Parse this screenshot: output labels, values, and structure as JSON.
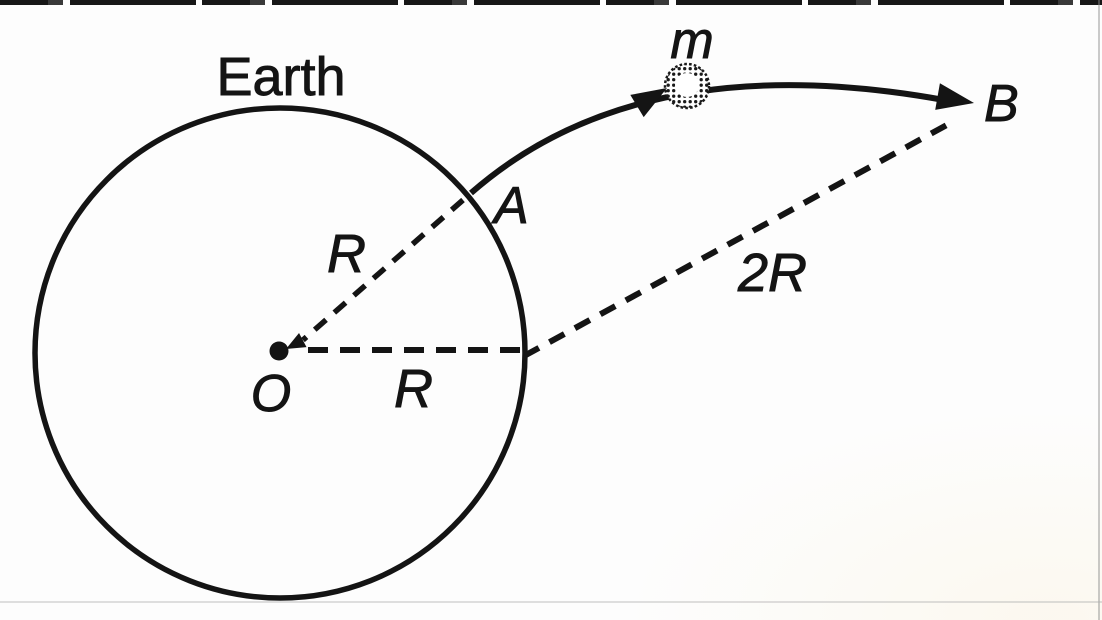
{
  "figure": {
    "labels": {
      "earth": "Earth",
      "mass": "m",
      "point_a": "A",
      "point_b": "B",
      "center": "O",
      "radius_to_a": "R",
      "radius_horizontal": "R",
      "distance_to_b": "2R"
    },
    "colors": {
      "ink": "#141414",
      "background": "#fdfdfd"
    }
  }
}
